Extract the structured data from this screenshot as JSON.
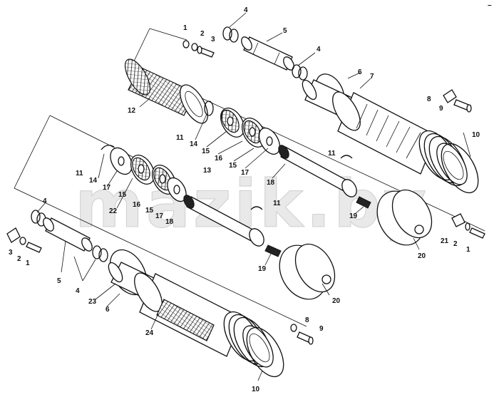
{
  "watermark": "mazik.by",
  "callouts": {
    "c1a": "1",
    "c2a": "2",
    "c3a": "3",
    "c4a": "4",
    "c5a": "5",
    "c4b": "4",
    "c6a": "6",
    "c7a": "7",
    "c8a": "8",
    "c9a": "9",
    "c12": "12",
    "c10a": "10",
    "c11a": "11",
    "c14a": "14",
    "c15a": "15",
    "c16a": "16",
    "c15b": "15",
    "c17a": "17",
    "c13a": "13",
    "c11b": "11",
    "c18a": "18",
    "c19a": "19",
    "c20a": "20",
    "c11c": "11",
    "c14b": "14",
    "c17b": "17",
    "c15c": "15",
    "c22": "22",
    "c16b": "16",
    "c15d": "15",
    "c17c": "17",
    "c18b": "18",
    "c11d": "11",
    "c19b": "19",
    "c21": "21",
    "c2b": "2",
    "c1b": "1",
    "c4c": "4",
    "c3b": "3",
    "c2c": "2",
    "c1c": "1",
    "c5b": "5",
    "c4d": "4",
    "c23": "23",
    "c6b": "6",
    "c24": "24",
    "c20b": "20",
    "c8b": "8",
    "c9b": "9",
    "c10b": "10"
  },
  "corner_mark": "–"
}
